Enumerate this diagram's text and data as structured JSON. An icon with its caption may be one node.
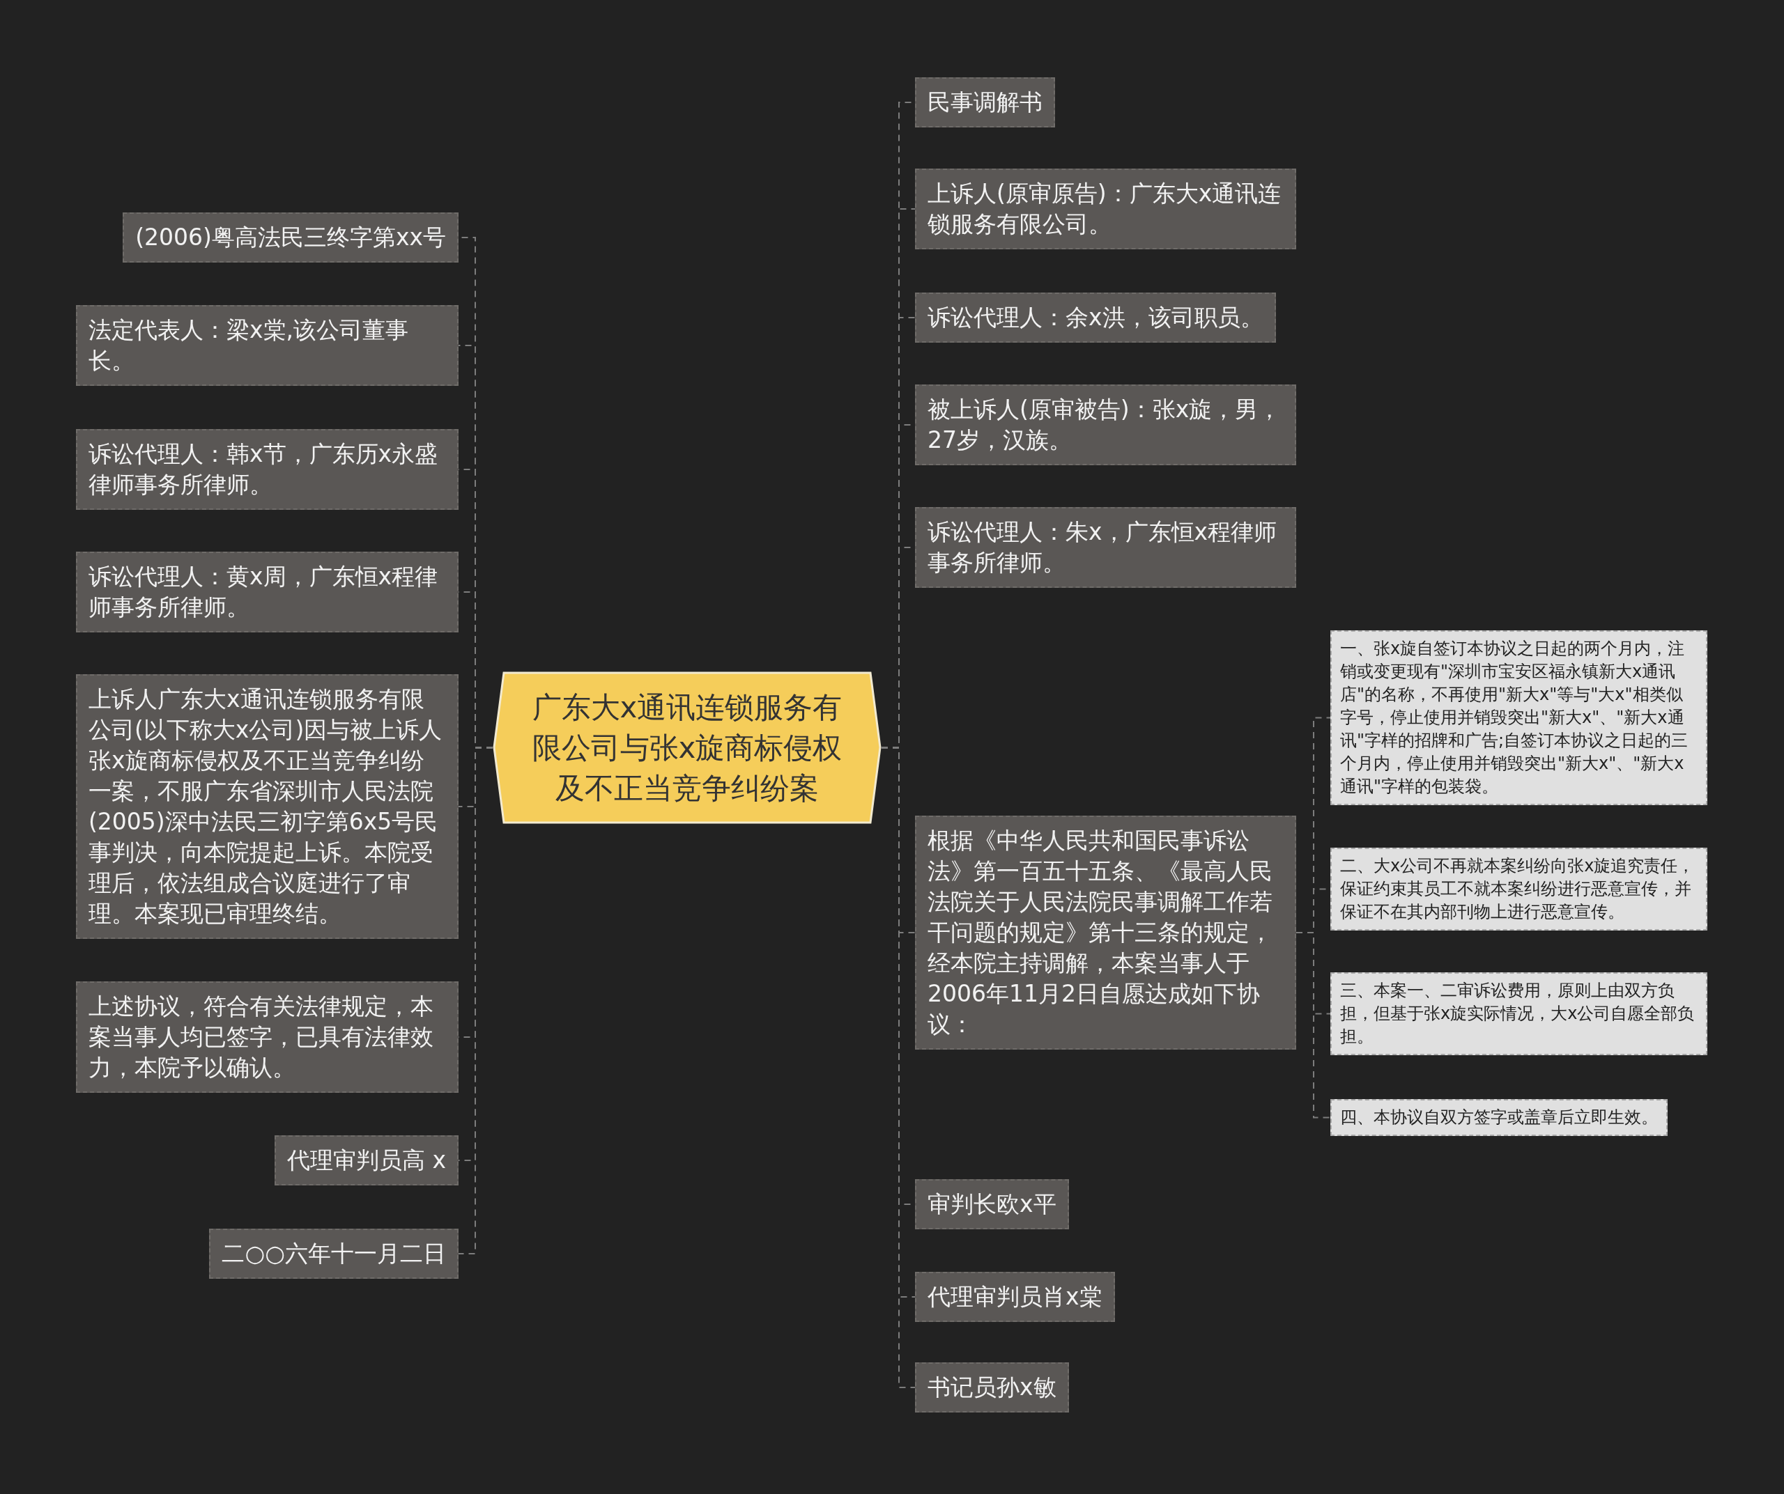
{
  "diagram": {
    "nodes": [
      {
        "text": [
          "广东大x通讯连锁服务有限公司与张x旋商标侵权及不正当竞争纠纷案"
        ]
      },
      {
        "text": [
          "(2006)粤高法民三终字第xx号"
        ]
      },
      {
        "text": [
          "法定代表人：梁x棠,该公司董事长。"
        ]
      },
      {
        "text": [
          "诉讼代理人：韩x节，广东历x永盛律师事务所律师。"
        ]
      },
      {
        "text": [
          "诉讼代理人：黄x周，广东恒x程律师事务所律师。"
        ]
      },
      {
        "text": [
          "上诉人广东大x通讯连锁服务有限公司(以下称大x公司)因与被上诉人张x旋商标侵权及不正当竞争纠纷一案，不服广东省深圳市人民法院(2005)深中法民三初字第6x5号民事判决，向本院提起上诉。本院受理后，依法组成合议庭进行了审理。本案现已审理终结。"
        ]
      },
      {
        "text": [
          "上述协议，符合有关法律规定，本案当事人均已签字，已具有法律效力，本院予以确认。"
        ]
      },
      {
        "text": [
          "代理审判员高 x"
        ]
      },
      {
        "text": [
          "二○○六年十一月二日"
        ]
      },
      {
        "text": [
          "民事调解书"
        ]
      },
      {
        "text": [
          "上诉人(原审原告)：广东大x通讯连锁服务有限公司。"
        ]
      },
      {
        "text": [
          "诉讼代理人：余x洪，该司职员。"
        ]
      },
      {
        "text": [
          "被上诉人(原审被告)：张x旋，男，27岁，汉族。"
        ]
      },
      {
        "text": [
          "诉讼代理人：朱x，广东恒x程律师事务所律师。"
        ]
      },
      {
        "text": [
          "根据《中华人民共和国民事诉讼法》第一百五十五条、《最高人民法院关于人民法院民事调解工作若干问题的规定》第十三条的规定，经本院主持调解，本案当事人于2006年11月2日自愿达成如下协议："
        ]
      },
      {
        "text": [
          "一、张x旋自签订本协议之日起的两个月内，注销或变更现有\"深圳市宝安区福永镇新大x通讯店\"的名称，不再使用\"新大x\"等与\"大x\"相类似字号，停止使用并销毁突出\"新大x\"、\"新大x通讯\"字样的招牌和广告;自签订本协议之日起的三个月内，停止使用并销毁突出\"新大x\"、\"新大x通讯\"字样的包装袋。"
        ]
      },
      {
        "text": [
          "二、大x公司不再就本案纠纷向张x旋追究责任，保证约束其员工不就本案纠纷进行恶意宣传，并保证不在其内部刊物上进行恶意宣传。"
        ]
      },
      {
        "text": [
          "三、本案一、二审诉讼费用，原则上由双方负担，但基于张x旋实际情况，大x公司自愿全部负担。"
        ]
      },
      {
        "text": [
          "四、本协议自双方签字或盖章后立即生效。"
        ]
      },
      {
        "text": [
          "审判长欧x平"
        ]
      },
      {
        "text": [
          "代理审判员肖x棠"
        ]
      },
      {
        "text": [
          "书记员孙x敏"
        ]
      }
    ],
    "edges": [
      {
        "from": 0,
        "to": 1,
        "arrow": "none",
        "style": "dashed"
      },
      {
        "from": 0,
        "to": 2,
        "arrow": "none",
        "style": "dashed"
      },
      {
        "from": 0,
        "to": 3,
        "arrow": "none",
        "style": "dashed"
      },
      {
        "from": 0,
        "to": 4,
        "arrow": "none",
        "style": "dashed"
      },
      {
        "from": 0,
        "to": 5,
        "arrow": "none",
        "style": "dashed"
      },
      {
        "from": 0,
        "to": 6,
        "arrow": "none",
        "style": "dashed"
      },
      {
        "from": 0,
        "to": 7,
        "arrow": "none",
        "style": "dashed"
      },
      {
        "from": 0,
        "to": 8,
        "arrow": "none",
        "style": "dashed"
      },
      {
        "from": 0,
        "to": 9,
        "arrow": "none",
        "style": "dashed"
      },
      {
        "from": 0,
        "to": 10,
        "arrow": "none",
        "style": "dashed"
      },
      {
        "from": 0,
        "to": 11,
        "arrow": "none",
        "style": "dashed"
      },
      {
        "from": 0,
        "to": 12,
        "arrow": "none",
        "style": "dashed"
      },
      {
        "from": 0,
        "to": 13,
        "arrow": "none",
        "style": "dashed"
      },
      {
        "from": 0,
        "to": 14,
        "arrow": "none",
        "style": "dashed"
      },
      {
        "from": 14,
        "to": 15,
        "arrow": "none",
        "style": "dashed"
      },
      {
        "from": 14,
        "to": 16,
        "arrow": "none",
        "style": "dashed"
      },
      {
        "from": 14,
        "to": 17,
        "arrow": "none",
        "style": "dashed"
      },
      {
        "from": 14,
        "to": 18,
        "arrow": "none",
        "style": "dashed"
      },
      {
        "from": 0,
        "to": 19,
        "arrow": "none",
        "style": "dashed"
      },
      {
        "from": 0,
        "to": 20,
        "arrow": "none",
        "style": "dashed"
      },
      {
        "from": 0,
        "to": 21,
        "arrow": "none",
        "style": "dashed"
      }
    ]
  }
}
